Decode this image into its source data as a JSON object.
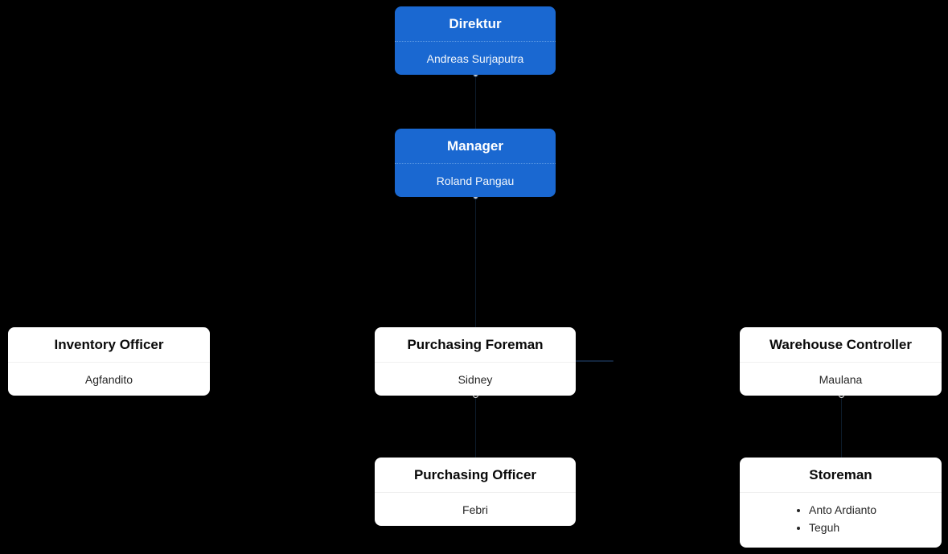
{
  "chart_meta": {
    "type": "org-chart",
    "background_color": "#000000",
    "executive_card_color": "#1a68d1",
    "staff_card_color": "#ffffff",
    "connector_color": "#13253d"
  },
  "nodes": {
    "direktur": {
      "title": "Direktur",
      "names": [
        "Andreas Surjaputra"
      ]
    },
    "manager": {
      "title": "Manager",
      "names": [
        "Roland Pangau"
      ]
    },
    "inventory_officer": {
      "title": "Inventory Officer",
      "names": [
        "Agfandito"
      ]
    },
    "purchasing_foreman": {
      "title": "Purchasing Foreman",
      "names": [
        "Sidney"
      ]
    },
    "warehouse_controller": {
      "title": "Warehouse Controller",
      "names": [
        "Maulana"
      ]
    },
    "purchasing_officer": {
      "title": "Purchasing Officer",
      "names": [
        "Febri"
      ]
    },
    "storeman": {
      "title": "Storeman",
      "names": [
        "Anto Ardianto",
        "Teguh"
      ]
    }
  }
}
